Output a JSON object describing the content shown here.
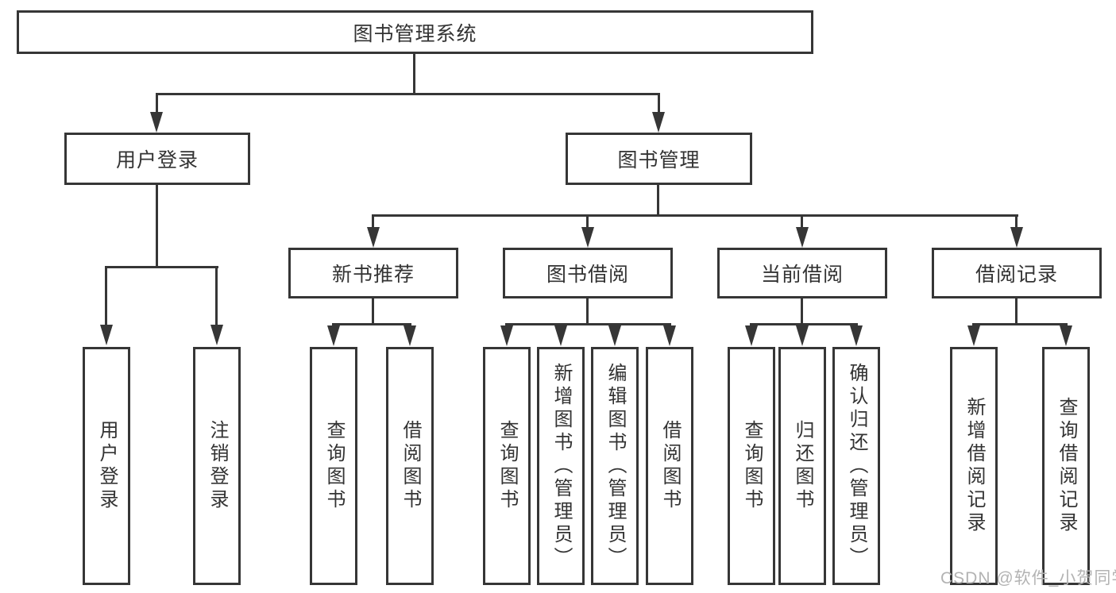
{
  "diagram": {
    "root": {
      "label": "图书管理系统"
    },
    "branches": [
      {
        "label": "用户登录",
        "leaves": [
          {
            "label": "用户登录"
          },
          {
            "label": "注销登录"
          }
        ]
      },
      {
        "label": "图书管理",
        "groups": [
          {
            "label": "新书推荐",
            "leaves": [
              {
                "label": "查询图书"
              },
              {
                "label": "借阅图书"
              }
            ]
          },
          {
            "label": "图书借阅",
            "leaves": [
              {
                "label": "查询图书"
              },
              {
                "label": "新增图书（管理员）"
              },
              {
                "label": "编辑图书（管理员）"
              },
              {
                "label": "借阅图书"
              }
            ]
          },
          {
            "label": "当前借阅",
            "leaves": [
              {
                "label": "查询图书"
              },
              {
                "label": "归还图书"
              },
              {
                "label": "确认归还（管理员）"
              }
            ]
          },
          {
            "label": "借阅记录",
            "leaves": [
              {
                "label": "新增借阅记录"
              },
              {
                "label": "查询借阅记录"
              }
            ]
          }
        ]
      }
    ]
  },
  "watermark": {
    "label": "CSDN @软件_小贺同学",
    "color": "#b3b3b3"
  },
  "colors": {
    "line": "#363636",
    "text": "#333333",
    "box_fill": "#ffffff",
    "background": "#ffffff"
  }
}
